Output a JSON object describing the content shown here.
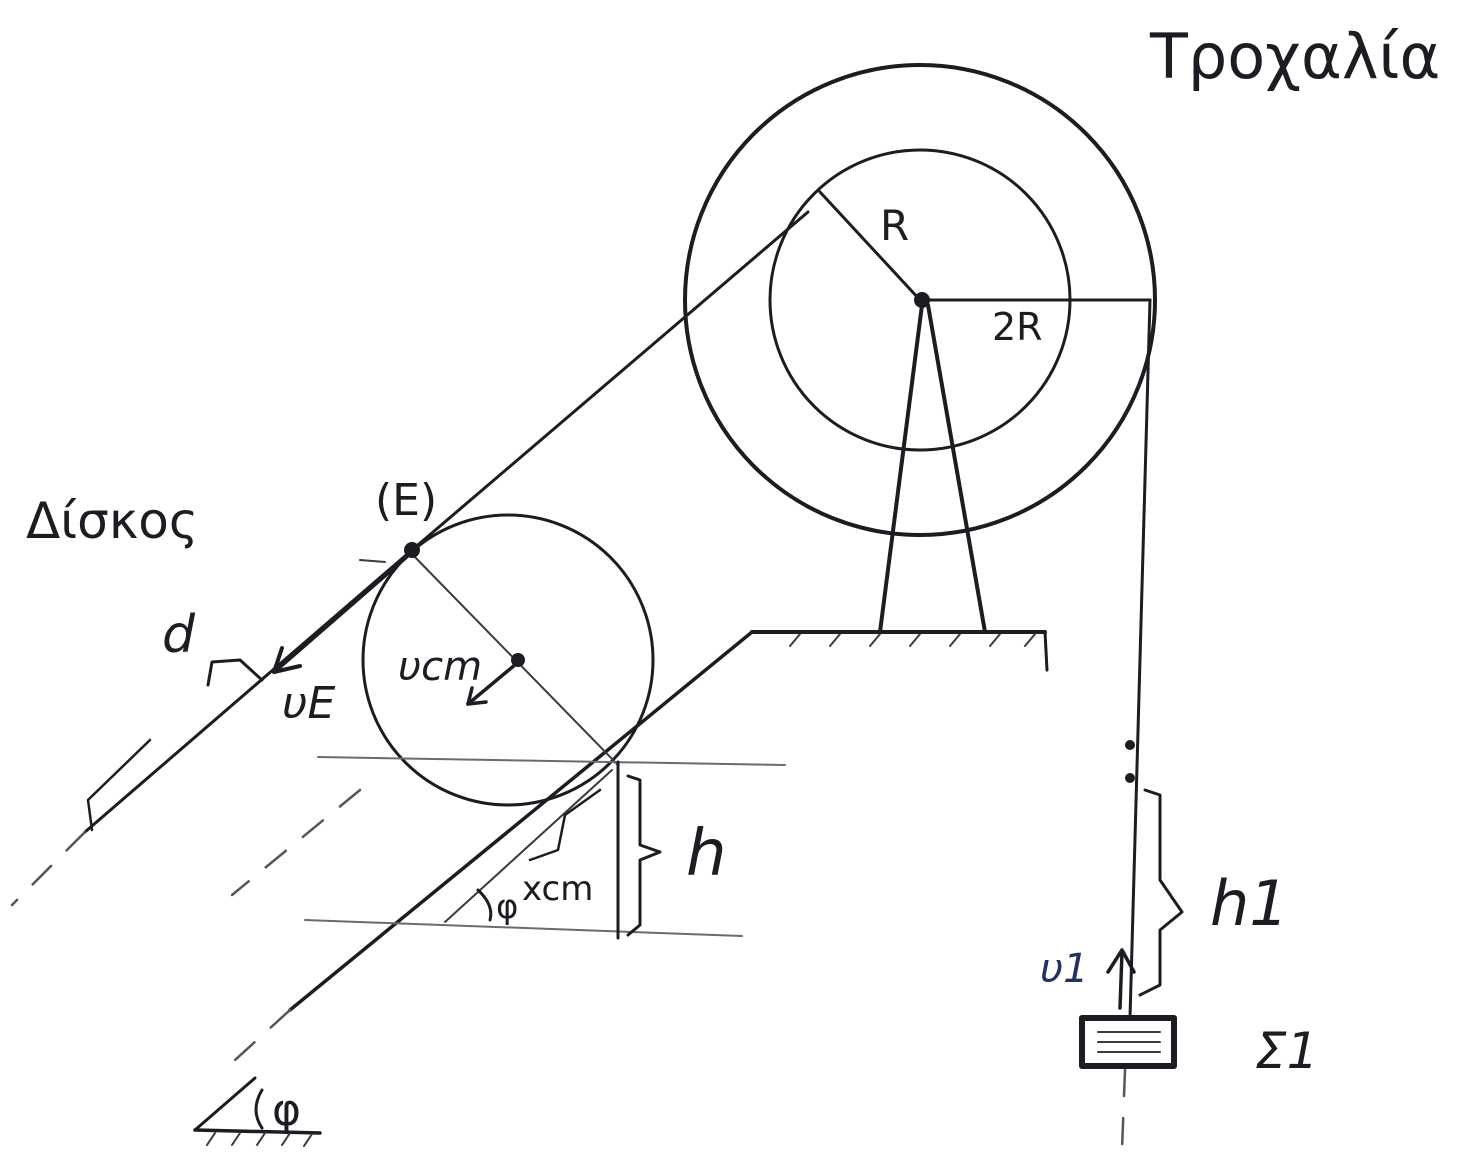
{
  "labels": {
    "pulley": "Τροχαλία",
    "disk": "Δίσκος",
    "point_e": "(E)",
    "radius_inner": "R",
    "radius_outer": "2R",
    "distance": "d",
    "velocity_e": "υE",
    "velocity_cm": "υcm",
    "height": "h",
    "displacement": "xcm",
    "angle_small": "φ",
    "angle_base": "φ",
    "height_1": "h1",
    "velocity_1": "υ1",
    "body_1": "Σ1"
  },
  "colors": {
    "ink": "#1c1c22",
    "background": "#ffffff"
  }
}
